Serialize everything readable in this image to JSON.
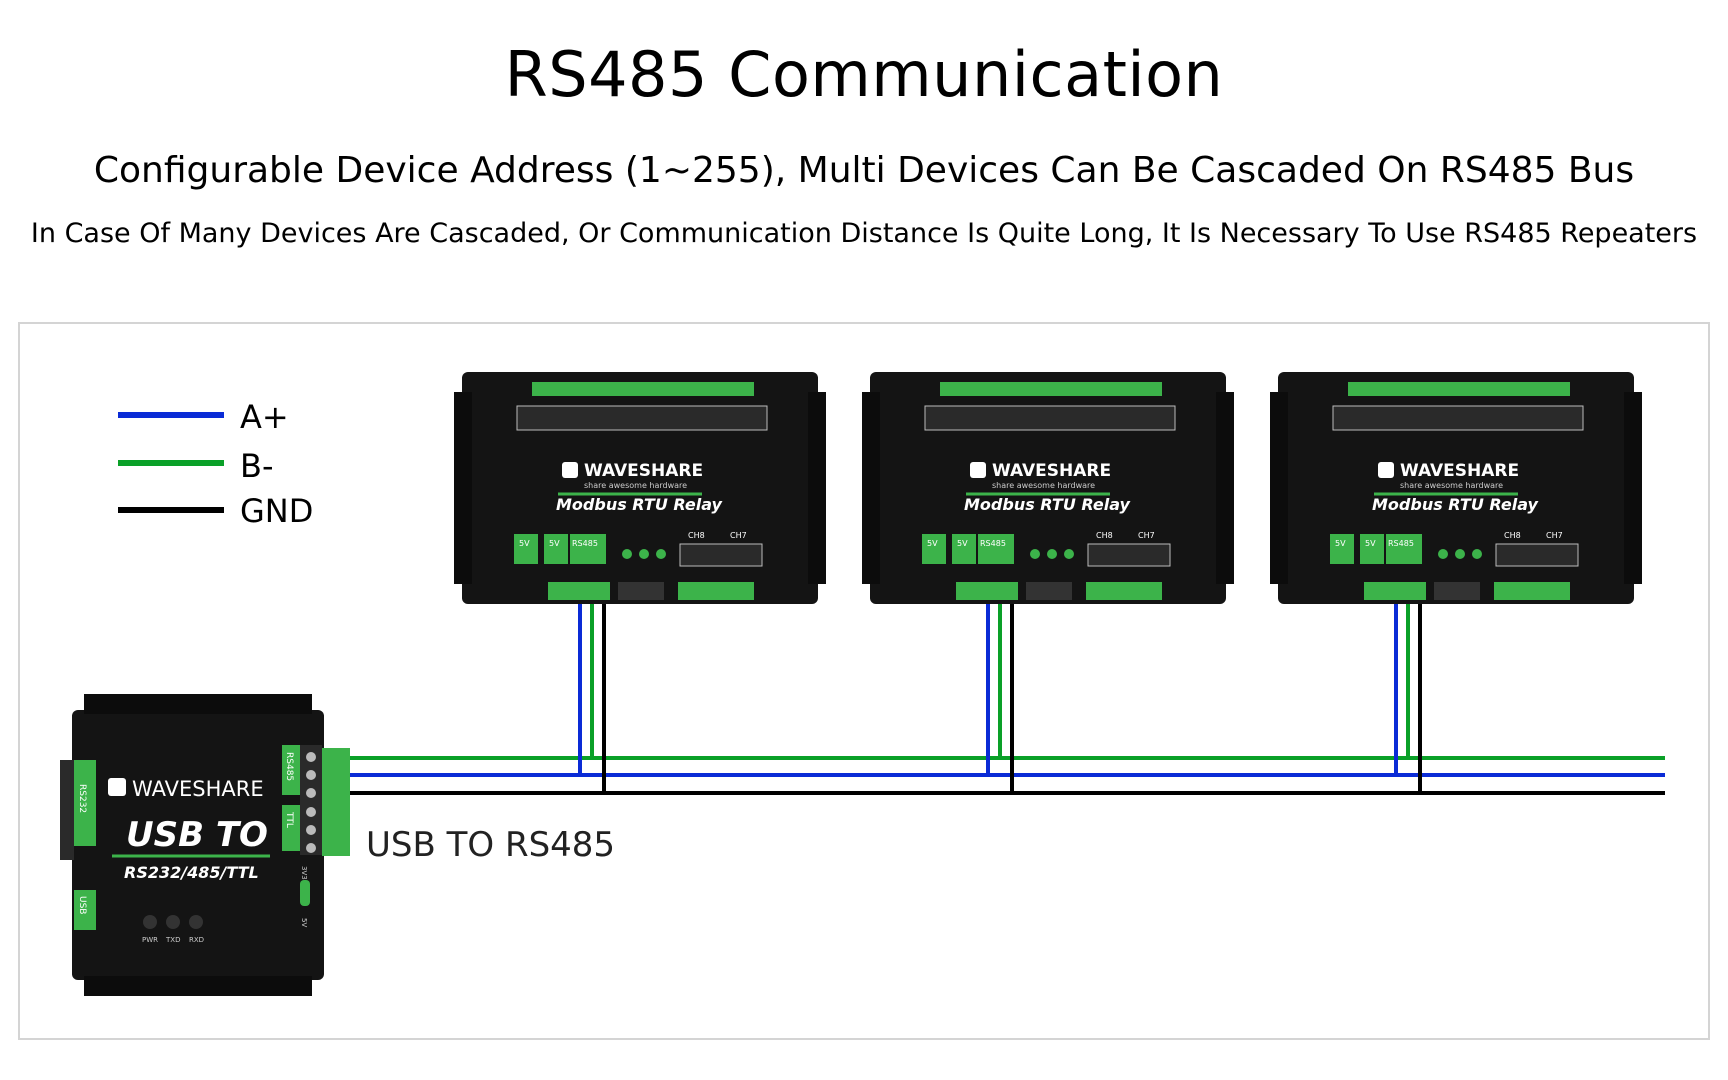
{
  "header": {
    "title": "RS485 Communication",
    "subtitle": "Configurable Device Address (1~255), Multi Devices Can Be Cascaded On RS485 Bus",
    "note": "In Case Of Many Devices Are Cascaded, Or Communication Distance Is Quite Long, It Is Necessary To Use RS485 Repeaters"
  },
  "legend": {
    "items": [
      {
        "label": "A+",
        "color": "#0a2bd6"
      },
      {
        "label": "B-",
        "color": "#0aa028"
      },
      {
        "label": "GND",
        "color": "#000000"
      }
    ]
  },
  "relays": [
    {
      "brand": "WAVESHARE",
      "tagline": "share awesome hardware",
      "model": "Modbus RTU Relay",
      "port_5v": "5V",
      "port_5v2": "5V",
      "port_rs485": "RS485",
      "ch_a": "CH8",
      "ch_b": "CH7"
    },
    {
      "brand": "WAVESHARE",
      "tagline": "share awesome hardware",
      "model": "Modbus RTU Relay",
      "port_5v": "5V",
      "port_5v2": "5V",
      "port_rs485": "RS485",
      "ch_a": "CH8",
      "ch_b": "CH7"
    },
    {
      "brand": "WAVESHARE",
      "tagline": "share awesome hardware",
      "model": "Modbus RTU Relay",
      "port_5v": "5V",
      "port_5v2": "5V",
      "port_rs485": "RS485",
      "ch_a": "CH8",
      "ch_b": "CH7"
    }
  ],
  "converter": {
    "brand": "WAVESHARE",
    "title": "USB TO",
    "subtitle": "RS232/485/TTL",
    "port_rs232": "RS232",
    "port_rs485": "RS485",
    "port_ttl": "TTL",
    "port_usb": "USB",
    "leds": [
      "PWR",
      "TXD",
      "RXD"
    ],
    "switch_labels": [
      "5V",
      "3V3"
    ],
    "caption": "USB TO RS485"
  },
  "colors": {
    "a_plus": "#0a2bd6",
    "b_minus": "#0aa028",
    "gnd": "#000000",
    "device_body": "#141414",
    "terminal_green": "#3cb34a"
  }
}
